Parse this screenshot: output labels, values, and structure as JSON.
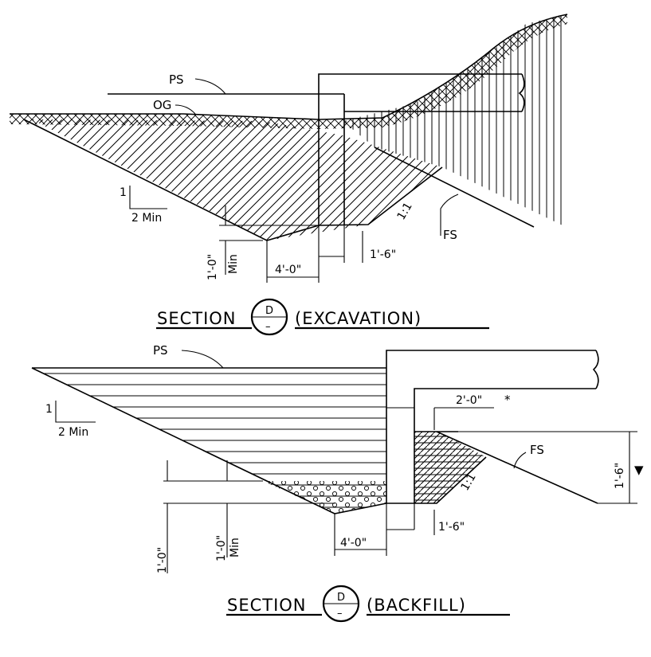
{
  "top_section": {
    "labels": {
      "ps": "PS",
      "og": "OG",
      "fs": "FS",
      "slope_rise": "1",
      "slope_run": "2  Min",
      "slope_1to1": "1:1",
      "dim_1_6": "1'-6\"",
      "dim_4_0": "4'-0\"",
      "dim_1_0": "1'-0\"",
      "dim_min": "Min"
    },
    "title": {
      "section": "SECTION",
      "circle_top": "D",
      "circle_bottom": "–",
      "suffix": "(EXCAVATION)"
    }
  },
  "bottom_section": {
    "labels": {
      "ps": "PS",
      "fs": "FS",
      "slope_rise": "1",
      "slope_run": "2  Min",
      "dim_2_0": "2'-0\"",
      "asterisk": "*",
      "slope_1to1": "1:1",
      "dim_1_6_vert": "1'-6\"",
      "triangle": "▼",
      "dim_1_6": "1'-6\"",
      "dim_4_0": "4'-0\"",
      "dim_1_0_left": "1'-0\"",
      "dim_1_0_min": "1'-0\"",
      "dim_min": "Min"
    },
    "title": {
      "section": "SECTION",
      "circle_top": "D",
      "circle_bottom": "–",
      "suffix": "(BACKFILL)"
    }
  }
}
